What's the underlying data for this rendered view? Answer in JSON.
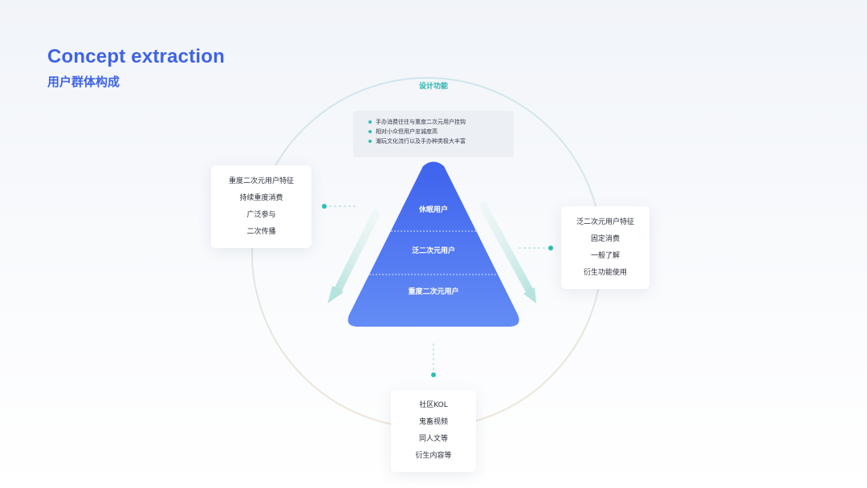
{
  "header": {
    "title": "Concept extraction",
    "subtitle": "用户群体构成"
  },
  "diagram": {
    "circle_label": "设计功能",
    "features": [
      "手办消费往往与重度二次元用户挂钩",
      "相对小众但用户忠诚度高",
      "潮玩文化流行以及手办种类极大丰富"
    ],
    "pyramid": {
      "tiers": [
        "休眠用户",
        "泛二次元用户",
        "重度二次元用户"
      ],
      "colors": {
        "top": "#4a6ff0",
        "bottom": "#5f88f4"
      }
    },
    "cards": {
      "left": [
        "重度二次元用户特征",
        "持续重度消费",
        "广泛参与",
        "二次传播"
      ],
      "right": [
        "泛二次元用户特征",
        "固定消费",
        "一般了解",
        "衍生功能使用"
      ],
      "bottom": [
        "社区KOL",
        "鬼畜视频",
        "同人文等",
        "衍生内容等"
      ]
    },
    "accent": "#2bbfb3"
  }
}
